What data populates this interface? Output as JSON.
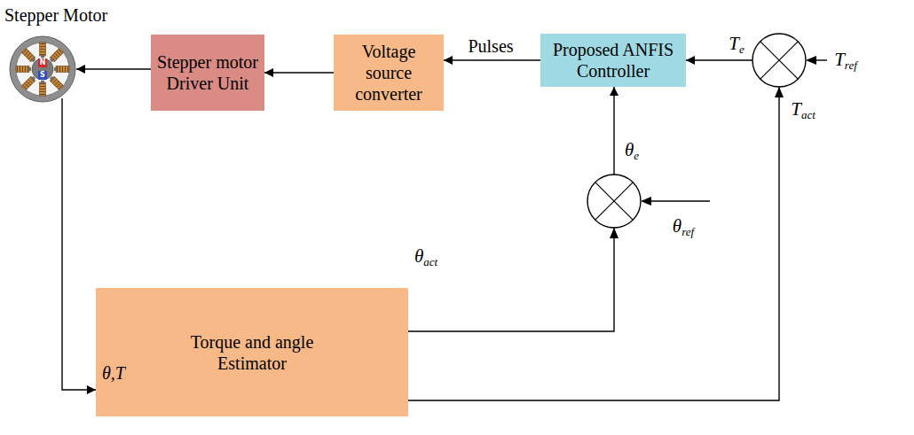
{
  "diagram": {
    "nodes": [
      {
        "text": [
          "Stepper Motor"
        ]
      },
      {
        "text": [
          "Stepper motor Driver Unit"
        ]
      },
      {
        "text": [
          "Voltage source converter"
        ]
      },
      {
        "text": [
          "Proposed ANFIS Controller"
        ]
      },
      {
        "text": [
          "Torque and angle Estimator"
        ]
      }
    ],
    "edges": [
      {
        "from": 3,
        "to": 2,
        "arrow": "to",
        "label": "Pulses"
      },
      {
        "from": 2,
        "to": 1,
        "arrow": "to"
      },
      {
        "from": 1,
        "to": 0,
        "arrow": "to"
      },
      {
        "from": 0,
        "to": 4,
        "arrow": "to",
        "label": "θ,T"
      },
      {
        "from": 4,
        "to": 3,
        "arrow": "to"
      },
      {
        "from": 4,
        "to": 3,
        "arrow": "to"
      }
    ],
    "labels": [
      "N",
      "S",
      "Te",
      "Tref",
      "Tact",
      "θe",
      "θref",
      "θact"
    ]
  }
}
